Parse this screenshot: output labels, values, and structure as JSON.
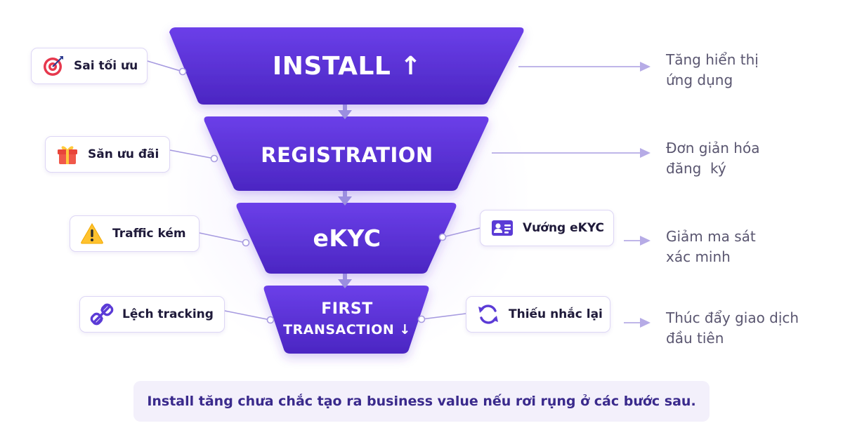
{
  "funnel": {
    "stages": [
      {
        "label": "INSTALL",
        "suffix": "↑"
      },
      {
        "label": "REGISTRATION",
        "suffix": ""
      },
      {
        "label": "eKYC",
        "suffix": ""
      },
      {
        "label_line1": "FIRST",
        "label_line2": "TRANSACTION",
        "suffix": "↓"
      }
    ],
    "colors": {
      "top": "#6a3ee8",
      "bottom": "#4a24c0",
      "connector": "#a79be0",
      "accent": "#7c4dff"
    }
  },
  "issues_left": [
    {
      "label": "Sai tối ưu",
      "icon": "target-icon"
    },
    {
      "label": "Săn ưu đãi",
      "icon": "gift-icon"
    },
    {
      "label": "Traffic kém",
      "icon": "warning-icon"
    },
    {
      "label": "Lệch tracking",
      "icon": "link-icon"
    }
  ],
  "issues_right": [
    {
      "label": "Vướng eKYC",
      "icon": "id-card-icon"
    },
    {
      "label": "Thiếu nhắc lại",
      "icon": "refresh-icon"
    }
  ],
  "outcomes": [
    {
      "line1": "Tăng hiển thị",
      "line2": "ứng dụng"
    },
    {
      "line1": "Đơn giản hóa",
      "line2": "đăng  ký"
    },
    {
      "line1": "Giảm ma sát",
      "line2": "xác minh"
    },
    {
      "line1": "Thúc đẩy giao dịch",
      "line2": "đầu tiên"
    }
  ],
  "note": "Install tăng chưa chắc tạo ra business value nếu rơi rụng ở các bước sau."
}
